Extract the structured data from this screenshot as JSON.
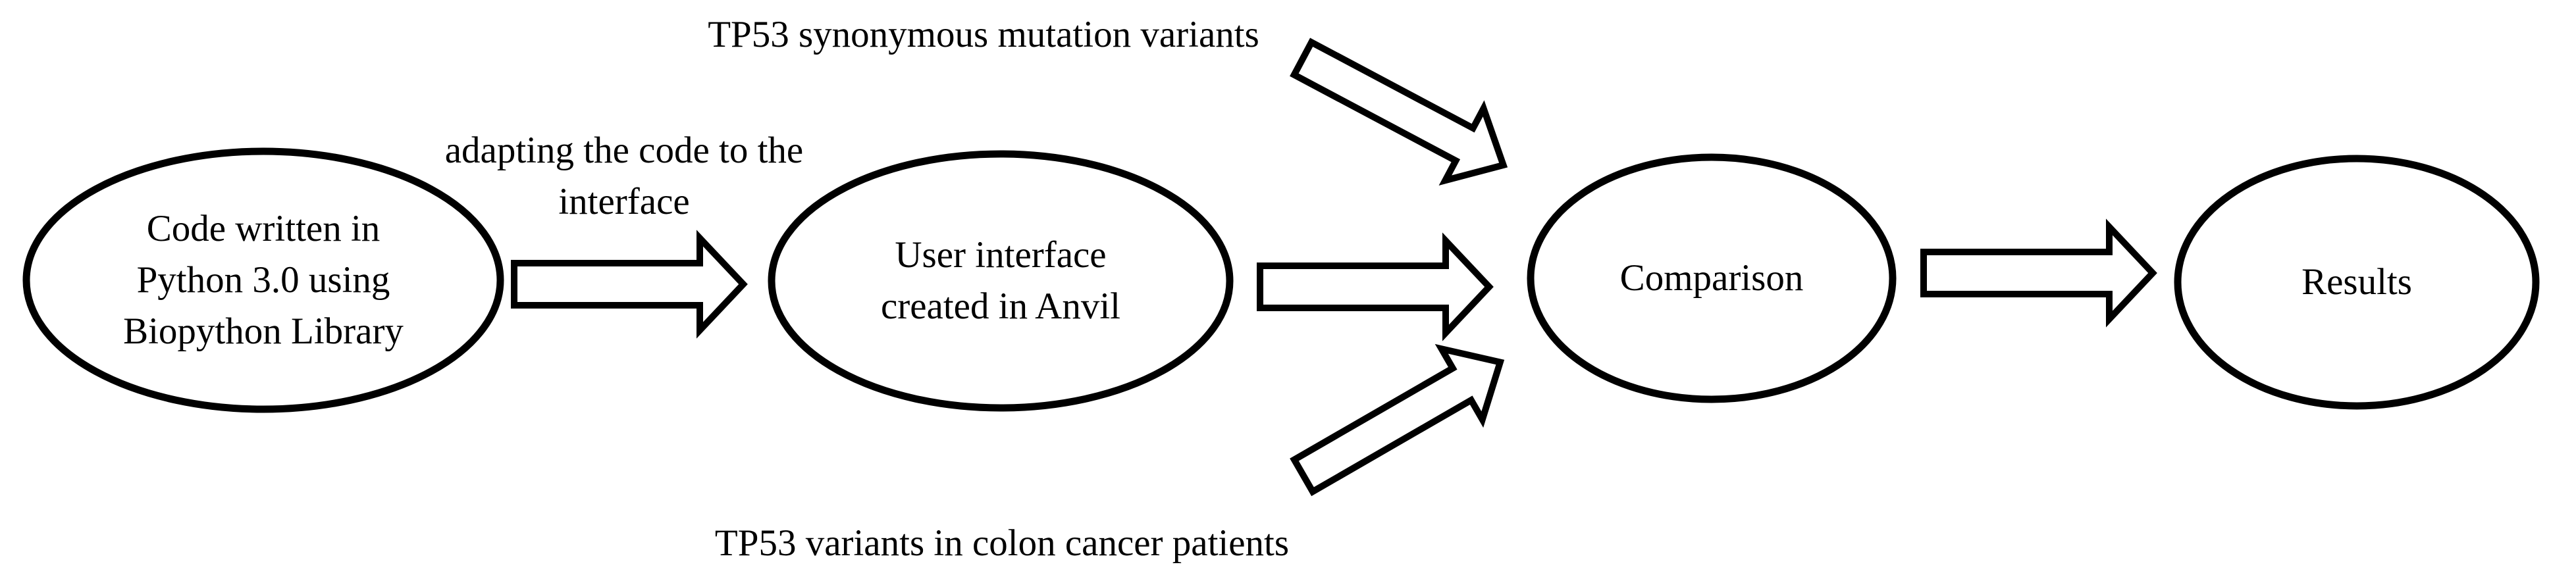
{
  "diagram": {
    "background_color": "#ffffff",
    "stroke_color": "#000000",
    "text_color": "#000000",
    "nodes": {
      "code": {
        "lines": [
          "Code written in",
          "Python 3.0 using",
          "Biopython Library"
        ]
      },
      "ui": {
        "lines": [
          "User interface",
          "created in Anvil"
        ]
      },
      "comparison": {
        "lines": [
          "Comparison"
        ]
      },
      "results": {
        "lines": [
          "Results"
        ]
      }
    },
    "edge_labels": {
      "adapting": {
        "lines": [
          "adapting the code to the",
          "interface"
        ]
      },
      "top_input": "TP53 synonymous mutation variants",
      "bottom_input": "TP53 variants in colon cancer patients"
    }
  }
}
